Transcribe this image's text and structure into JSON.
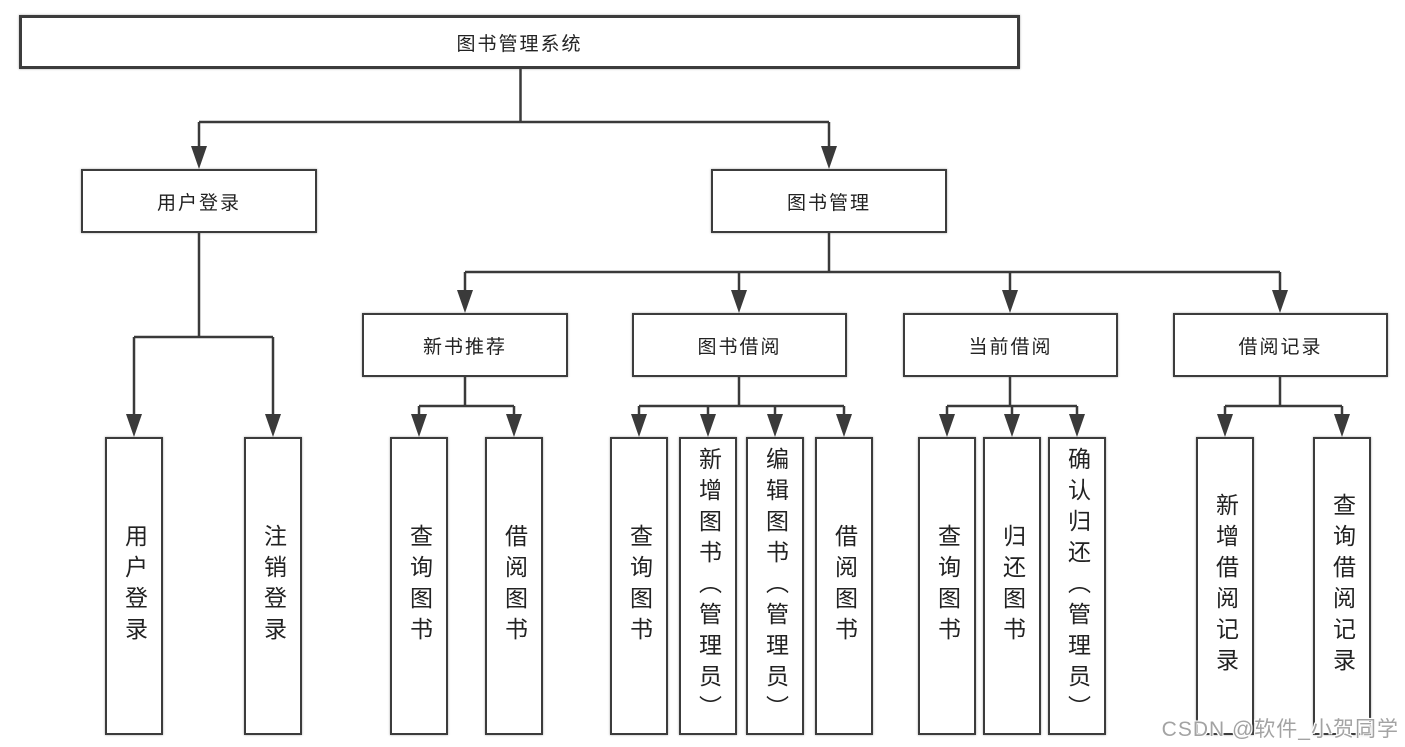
{
  "tree": {
    "root": {
      "label": "图书管理系统"
    },
    "branches": [
      {
        "label": "用户登录",
        "children": [
          {
            "label": "用户登录"
          },
          {
            "label": "注销登录"
          }
        ]
      },
      {
        "label": "图书管理",
        "children": [
          {
            "label": "新书推荐",
            "children": [
              {
                "label": "查询图书"
              },
              {
                "label": "借阅图书"
              }
            ]
          },
          {
            "label": "图书借阅",
            "children": [
              {
                "label": "查询图书"
              },
              {
                "label": "新增图书（管理员）"
              },
              {
                "label": "编辑图书（管理员）"
              },
              {
                "label": "借阅图书"
              }
            ]
          },
          {
            "label": "当前借阅",
            "children": [
              {
                "label": "查询图书"
              },
              {
                "label": "归还图书"
              },
              {
                "label": "确认归还（管理员）"
              }
            ]
          },
          {
            "label": "借阅记录",
            "children": [
              {
                "label": "新增借阅记录"
              },
              {
                "label": "查询借阅记录"
              }
            ]
          }
        ]
      }
    ]
  },
  "watermark": "CSDN @软件_小贺同学",
  "colors": {
    "line": "#3a3a3a",
    "border": "#3c3c3c",
    "text": "#222222",
    "watermark": "#a3a3a3",
    "background": "#ffffff"
  }
}
